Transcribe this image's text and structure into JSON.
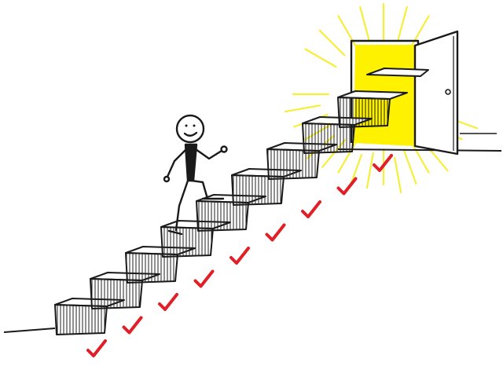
{
  "illustration": {
    "stair_step_count": 9,
    "completed_checkmarks": 9,
    "colors": {
      "background": "#ffffff",
      "ink": "#1a1a1a",
      "checkmark": "#e01f26",
      "door_light": "#fff200",
      "light_rays": "#f7ee3a"
    },
    "icons": [
      "stick-figure",
      "open-door",
      "checkmark-icon"
    ]
  }
}
